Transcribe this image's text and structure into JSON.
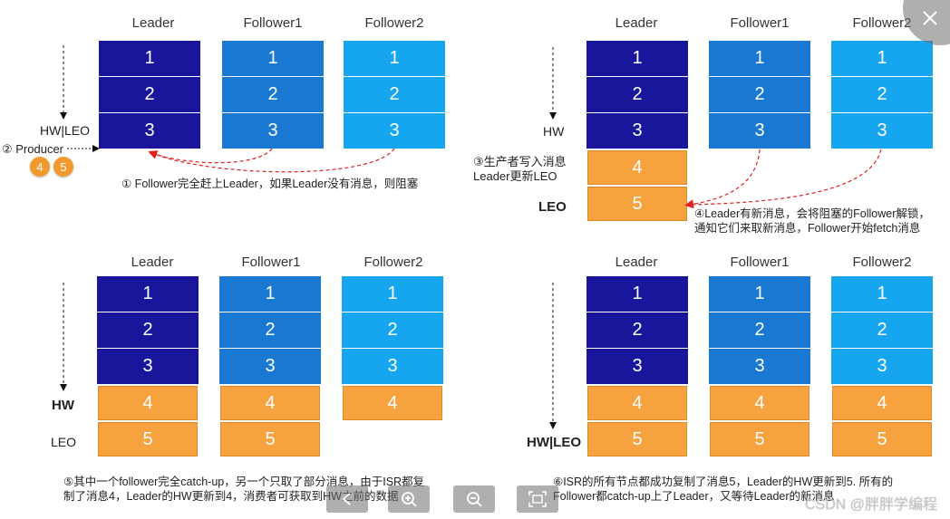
{
  "headers": {
    "leader": "Leader",
    "follower1": "Follower1",
    "follower2": "Follower2"
  },
  "panels": [
    {
      "id": "p1",
      "leader": [
        "1",
        "2",
        "3"
      ],
      "follower1": [
        "1",
        "2",
        "3"
      ],
      "follower2": [
        "1",
        "2",
        "3"
      ],
      "labels": {
        "hw_leo": "HW|LEO",
        "producer": "② Producer"
      },
      "pending_messages": [
        "4",
        "5"
      ],
      "caption": "① Follower完全赶上Leader，如果Leader没有消息，则阻塞"
    },
    {
      "id": "p2",
      "leader": [
        "1",
        "2",
        "3",
        "4",
        "5"
      ],
      "follower1": [
        "1",
        "2",
        "3"
      ],
      "follower2": [
        "1",
        "2",
        "3"
      ],
      "labels": {
        "hw": "HW",
        "leo": "LEO"
      },
      "note_lines": [
        "③生产者写入消息",
        "Leader更新LEO"
      ],
      "caption_lines": [
        "④Leader有新消息，会将阻塞的Follower解锁，",
        "通知它们来取新消息，Follower开始fetch消息"
      ]
    },
    {
      "id": "p3",
      "leader": [
        "1",
        "2",
        "3",
        "4",
        "5"
      ],
      "follower1": [
        "1",
        "2",
        "3",
        "4",
        "5"
      ],
      "follower2": [
        "1",
        "2",
        "3",
        "4"
      ],
      "labels": {
        "hw": "HW",
        "leo": "LEO"
      },
      "caption_lines": [
        "⑤其中一个follower完全catch-up，另一个只取了部分消息，由于ISR都复",
        "制了消息4，Leader的HW更新到4，消费者可获取到HW之前的数据"
      ]
    },
    {
      "id": "p4",
      "leader": [
        "1",
        "2",
        "3",
        "4",
        "5"
      ],
      "follower1": [
        "1",
        "2",
        "3",
        "4",
        "5"
      ],
      "follower2": [
        "1",
        "2",
        "3",
        "4",
        "5"
      ],
      "labels": {
        "hw_leo": "HW|LEO"
      },
      "caption_lines": [
        "⑥ISR的所有节点都成功复制了消息5，Leader的HW更新到5. 所有的",
        "Follower都catch-up上了Leader，又等待Leader的新消息"
      ]
    }
  ],
  "watermark": "CSDN @胖胖学编程",
  "viewer_controls": [
    "prev-icon",
    "zoom-in-icon",
    "zoom-out-icon",
    "fit-screen-icon",
    "close-icon"
  ],
  "colors": {
    "leader": "#1a169c",
    "follower1": "#1978d2",
    "follower2": "#16a6f0",
    "new_message": "#f6a23e",
    "arrow": "#e02020"
  }
}
